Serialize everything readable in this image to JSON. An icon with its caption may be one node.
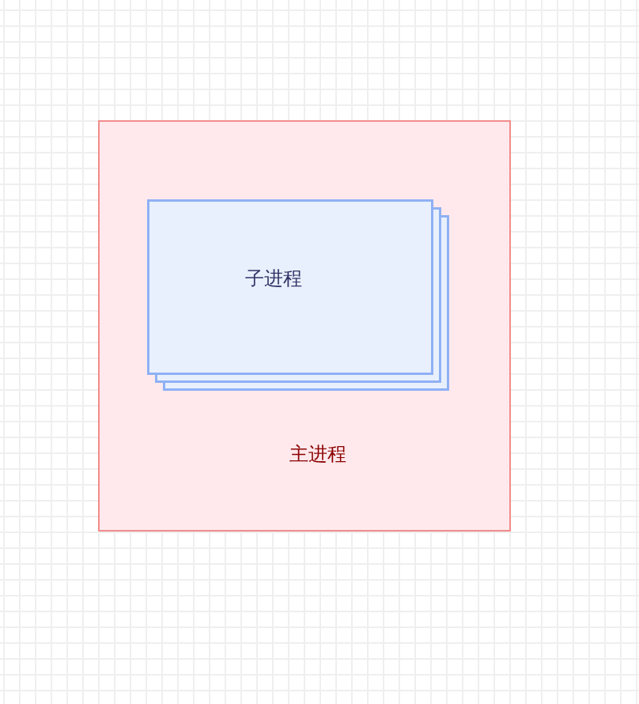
{
  "diagram": {
    "nodes": [
      {
        "text": [
          "主进程"
        ]
      },
      {
        "text": [
          "子进程"
        ],
        "in": 0
      }
    ]
  }
}
